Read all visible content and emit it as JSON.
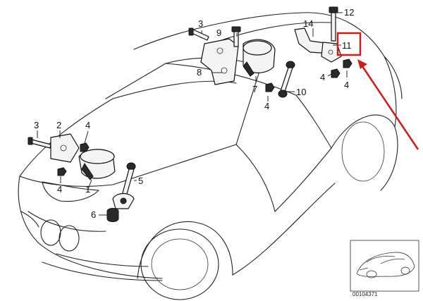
{
  "callouts": {
    "c1": "1",
    "c2": "2",
    "c3a": "3",
    "c3b": "3",
    "c4a": "4",
    "c4b": "4",
    "c4c": "4",
    "c4d": "4",
    "c4e": "4",
    "c5": "5",
    "c6": "6",
    "c7": "7",
    "c8": "8",
    "c9": "9",
    "c10": "10",
    "c11": "11",
    "c12": "12",
    "c14": "14"
  },
  "thumbnail": {
    "ref_number": "00104371"
  },
  "colors": {
    "highlight": "#d11a1a",
    "ink": "#111111"
  }
}
